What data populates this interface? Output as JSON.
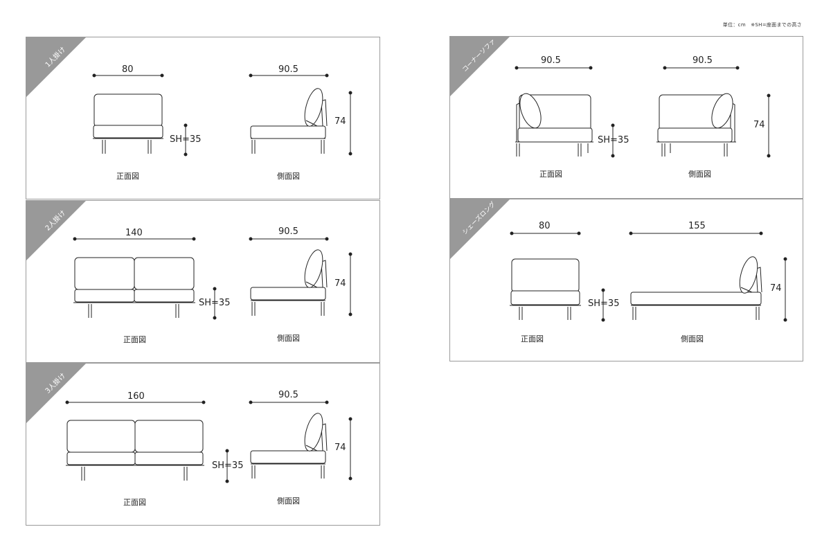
{
  "unit_note": "単位：cm　※SH=座面までの高さ",
  "panels": {
    "p1": {
      "badge": "1人掛け",
      "front_width": "80",
      "side_depth": "90.5",
      "seat_height": "SH=35",
      "height": "74",
      "front_caption": "正面図",
      "side_caption": "側面図"
    },
    "p2": {
      "badge": "2人掛け",
      "front_width": "140",
      "side_depth": "90.5",
      "seat_height": "SH=35",
      "height": "74",
      "front_caption": "正面図",
      "side_caption": "側面図"
    },
    "p3": {
      "badge": "3人掛け",
      "front_width": "160",
      "side_depth": "90.5",
      "seat_height": "SH=35",
      "height": "74",
      "front_caption": "正面図",
      "side_caption": "側面図"
    },
    "p4": {
      "badge": "コーナーソファ",
      "front_width": "90.5",
      "side_depth": "90.5",
      "seat_height": "SH=35",
      "height": "74",
      "front_caption": "正面図",
      "side_caption": "側面図"
    },
    "p5": {
      "badge": "シェーズロング",
      "front_width": "80",
      "side_depth": "155",
      "seat_height": "SH=35",
      "height": "74",
      "front_caption": "正面図",
      "side_caption": "側面図"
    }
  }
}
